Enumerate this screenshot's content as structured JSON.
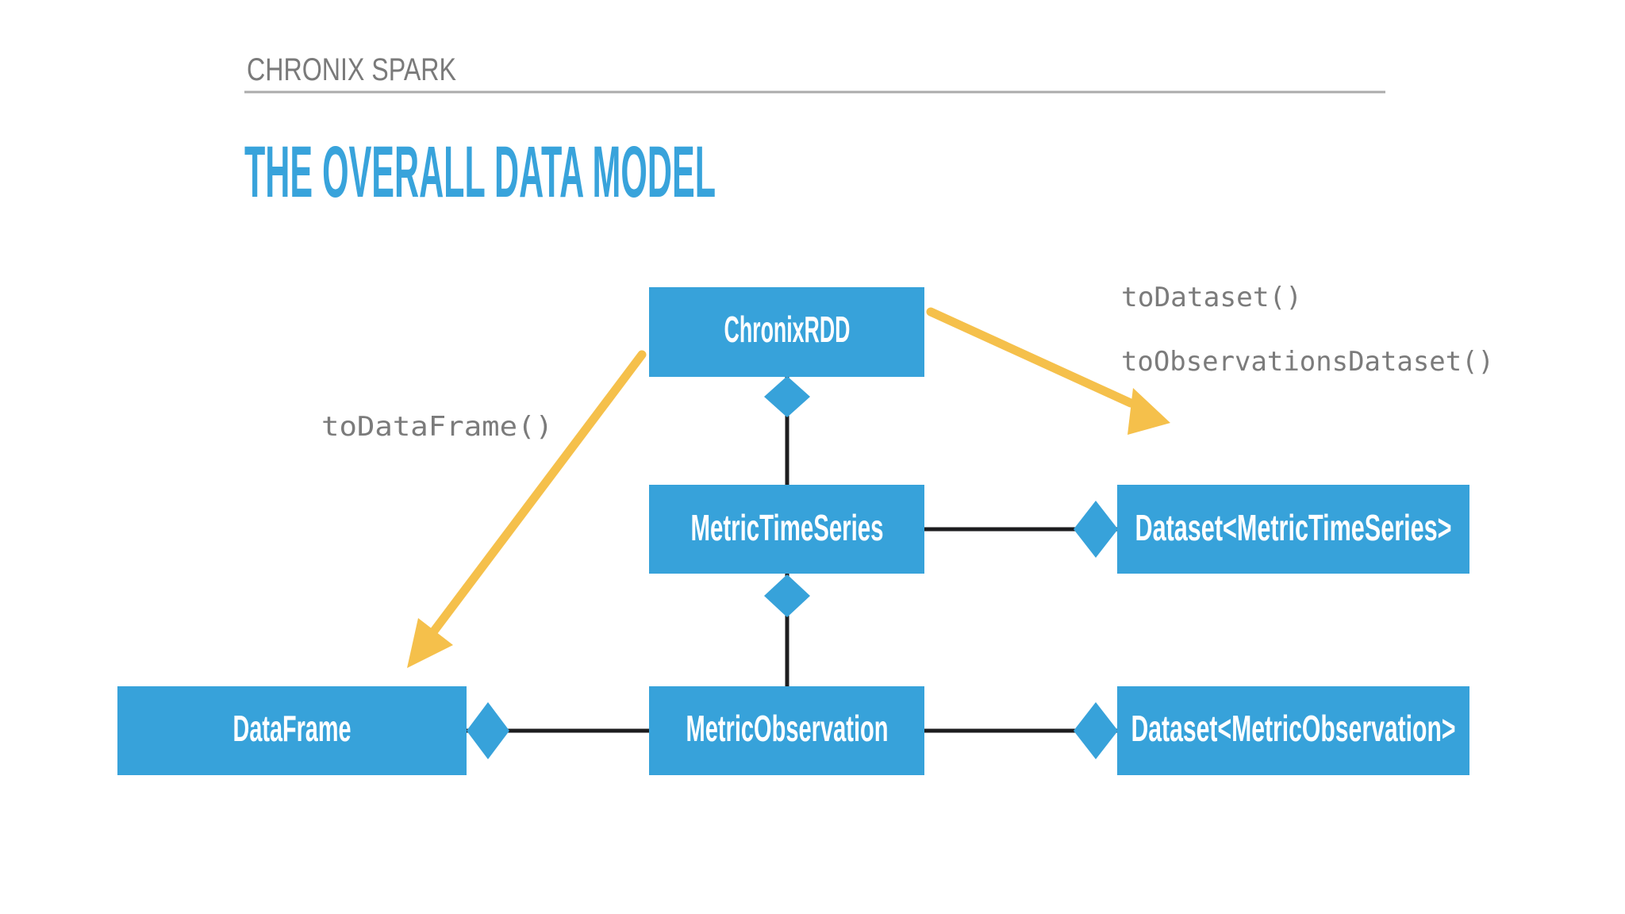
{
  "slide": {
    "brand": "CHRONIX SPARK",
    "title": "THE OVERALL DATA MODEL"
  },
  "diagram": {
    "nodes": {
      "chronix_rdd": {
        "label": "ChronixRDD"
      },
      "metric_time_series": {
        "label": "MetricTimeSeries"
      },
      "metric_observation": {
        "label": "MetricObservation"
      },
      "data_frame": {
        "label": "DataFrame"
      },
      "dataset_metric_time_series": {
        "label": "Dataset<MetricTimeSeries>"
      },
      "dataset_metric_observation": {
        "label": "Dataset<MetricObservation>"
      }
    },
    "methods": {
      "to_dataset": "toDataset()",
      "to_observations_dataset": "toObservationsDataset()",
      "to_data_frame": "toDataFrame()"
    },
    "relations": [
      "ChronixRDD composed-of MetricTimeSeries",
      "MetricTimeSeries composed-of MetricObservation",
      "DataFrame composed-of MetricObservation",
      "Dataset<MetricTimeSeries> composed-of MetricTimeSeries",
      "Dataset<MetricObservation> composed-of MetricObservation"
    ]
  },
  "colors": {
    "box_blue": "#37a2da",
    "title_blue": "#38a3db",
    "header_gray": "#7a7a7a",
    "code_gray": "#7b7b7b",
    "rule_gray": "#ababab",
    "connector_black": "#1d1d1f",
    "arrow_yellow": "#f5c04b",
    "background": "#ffffff",
    "node_text": "#ffffff"
  }
}
